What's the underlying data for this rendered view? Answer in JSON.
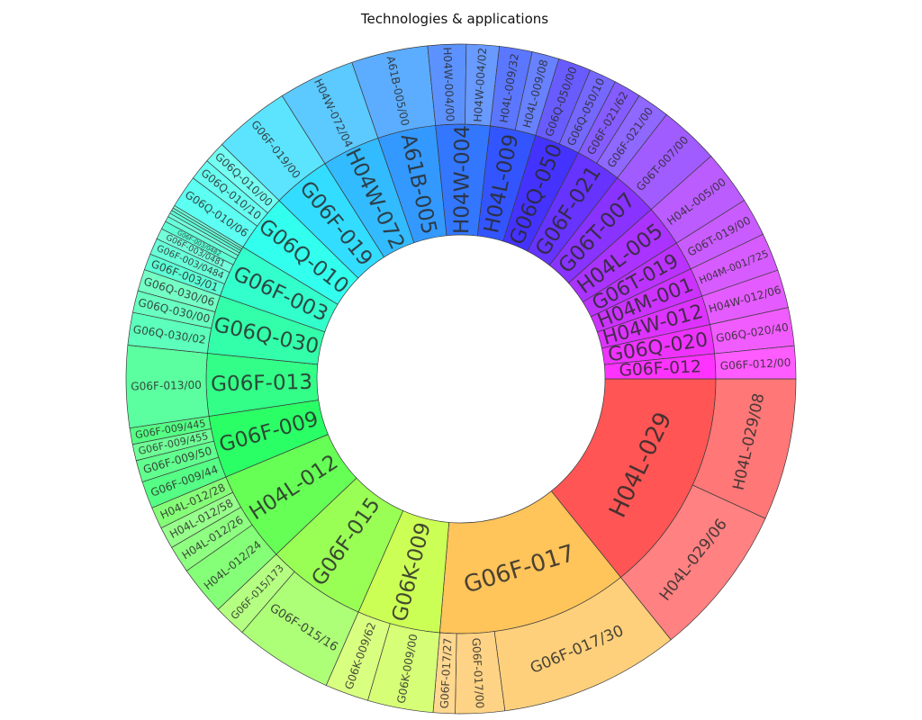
{
  "chart_data": {
    "type": "sunburst",
    "title": "Technologies & applications",
    "groups": [
      {
        "name": "H04L-029",
        "color": "#ff5555",
        "children": [
          {
            "name": "H04L-029/08",
            "value": 26
          },
          {
            "name": "H04L-029/06",
            "value": 28
          }
        ]
      },
      {
        "name": "G06F-017",
        "color": "#ffc45a",
        "children": [
          {
            "name": "G06F-017/30",
            "value": 33
          },
          {
            "name": "G06F-017/00",
            "value": 9
          },
          {
            "name": "G06F-017/27",
            "value": 4
          }
        ]
      },
      {
        "name": "G06K-009",
        "color": "#ccff55",
        "children": [
          {
            "name": "G06K-009/00",
            "value": 12
          },
          {
            "name": "G06K-009/62",
            "value": 8
          }
        ]
      },
      {
        "name": "G06F-015",
        "color": "#99ff55",
        "children": [
          {
            "name": "G06F-015/16",
            "value": 18
          },
          {
            "name": "G06F-015/173",
            "value": 6
          }
        ]
      },
      {
        "name": "H04L-012",
        "color": "#66ff55",
        "children": [
          {
            "name": "H04L-012/24",
            "value": 9
          },
          {
            "name": "H04L-012/26",
            "value": 5
          },
          {
            "name": "H04L-012/58",
            "value": 4
          },
          {
            "name": "H04L-012/28",
            "value": 4
          }
        ]
      },
      {
        "name": "G06F-009",
        "color": "#2aff66",
        "children": [
          {
            "name": "G06F-009/44",
            "value": 5
          },
          {
            "name": "G06F-009/50",
            "value": 4
          },
          {
            "name": "G06F-009/455",
            "value": 3
          },
          {
            "name": "G06F-009/445",
            "value": 3
          }
        ]
      },
      {
        "name": "G06F-013",
        "color": "#33ff88",
        "children": [
          {
            "name": "G06F-013/00",
            "value": 15
          }
        ]
      },
      {
        "name": "G06Q-030",
        "color": "#33ffaa",
        "children": [
          {
            "name": "G06Q-030/02",
            "value": 6
          },
          {
            "name": "G06Q-030/00",
            "value": 4
          },
          {
            "name": "G06Q-030/06",
            "value": 4
          }
        ]
      },
      {
        "name": "G06F-003",
        "color": "#33ffcc",
        "children": [
          {
            "name": "G06F-003/01",
            "value": 3
          },
          {
            "name": "G06F-003/0484",
            "value": 3
          },
          {
            "name": "G06F-003/0481",
            "value": 2
          },
          {
            "name": "G06F-003/0482",
            "value": 1.5
          },
          {
            "name": "",
            "value": 1
          },
          {
            "name": "",
            "value": 0.7
          },
          {
            "name": "",
            "value": 0.6
          },
          {
            "name": "",
            "value": 0.5
          },
          {
            "name": "",
            "value": 0.5
          }
        ]
      },
      {
        "name": "G06Q-010",
        "color": "#33ffee",
        "children": [
          {
            "name": "G06Q-010/06",
            "value": 6
          },
          {
            "name": "G06Q-010/10",
            "value": 4
          },
          {
            "name": "G06Q-010/00",
            "value": 4
          }
        ]
      },
      {
        "name": "G06F-019",
        "color": "#33ddff",
        "children": [
          {
            "name": "G06F-019/00",
            "value": 14
          }
        ]
      },
      {
        "name": "H04W-072",
        "color": "#33bbff",
        "children": [
          {
            "name": "H04W-072/04",
            "value": 14
          }
        ]
      },
      {
        "name": "A61B-005",
        "color": "#3399ff",
        "children": [
          {
            "name": "A61B-005/00",
            "value": 14
          }
        ]
      },
      {
        "name": "H04W-004",
        "color": "#3377ff",
        "children": [
          {
            "name": "H04W-004/00",
            "value": 7
          },
          {
            "name": "H04W-004/02",
            "value": 6
          }
        ]
      },
      {
        "name": "H04L-009",
        "color": "#3355ff",
        "children": [
          {
            "name": "H04L-009/32",
            "value": 6
          },
          {
            "name": "H04L-009/08",
            "value": 5
          }
        ]
      },
      {
        "name": "G06Q-050",
        "color": "#4433ff",
        "children": [
          {
            "name": "G06Q-050/00",
            "value": 6
          },
          {
            "name": "G06Q-050/10",
            "value": 5
          }
        ]
      },
      {
        "name": "G06F-021",
        "color": "#6633ff",
        "children": [
          {
            "name": "G06F-021/62",
            "value": 5
          },
          {
            "name": "G06F-021/00",
            "value": 6
          }
        ]
      },
      {
        "name": "G06T-007",
        "color": "#8833ff",
        "children": [
          {
            "name": "G06T-007/00",
            "value": 11
          }
        ]
      },
      {
        "name": "H04L-005",
        "color": "#aa33ff",
        "children": [
          {
            "name": "H04L-005/00",
            "value": 10
          }
        ]
      },
      {
        "name": "G06T-019",
        "color": "#bb33ff",
        "children": [
          {
            "name": "G06T-019/00",
            "value": 7
          }
        ]
      },
      {
        "name": "H04M-001",
        "color": "#cc33ff",
        "children": [
          {
            "name": "H04M-001/725",
            "value": 7
          }
        ]
      },
      {
        "name": "H04W-012",
        "color": "#dd33ff",
        "children": [
          {
            "name": "H04W-012/06",
            "value": 7
          }
        ]
      },
      {
        "name": "G06Q-020",
        "color": "#ee33ff",
        "children": [
          {
            "name": "G06Q-020/40",
            "value": 7
          }
        ]
      },
      {
        "name": "G06F-012",
        "color": "#ff33ff",
        "children": [
          {
            "name": "G06F-012/00",
            "value": 6
          }
        ]
      }
    ]
  }
}
